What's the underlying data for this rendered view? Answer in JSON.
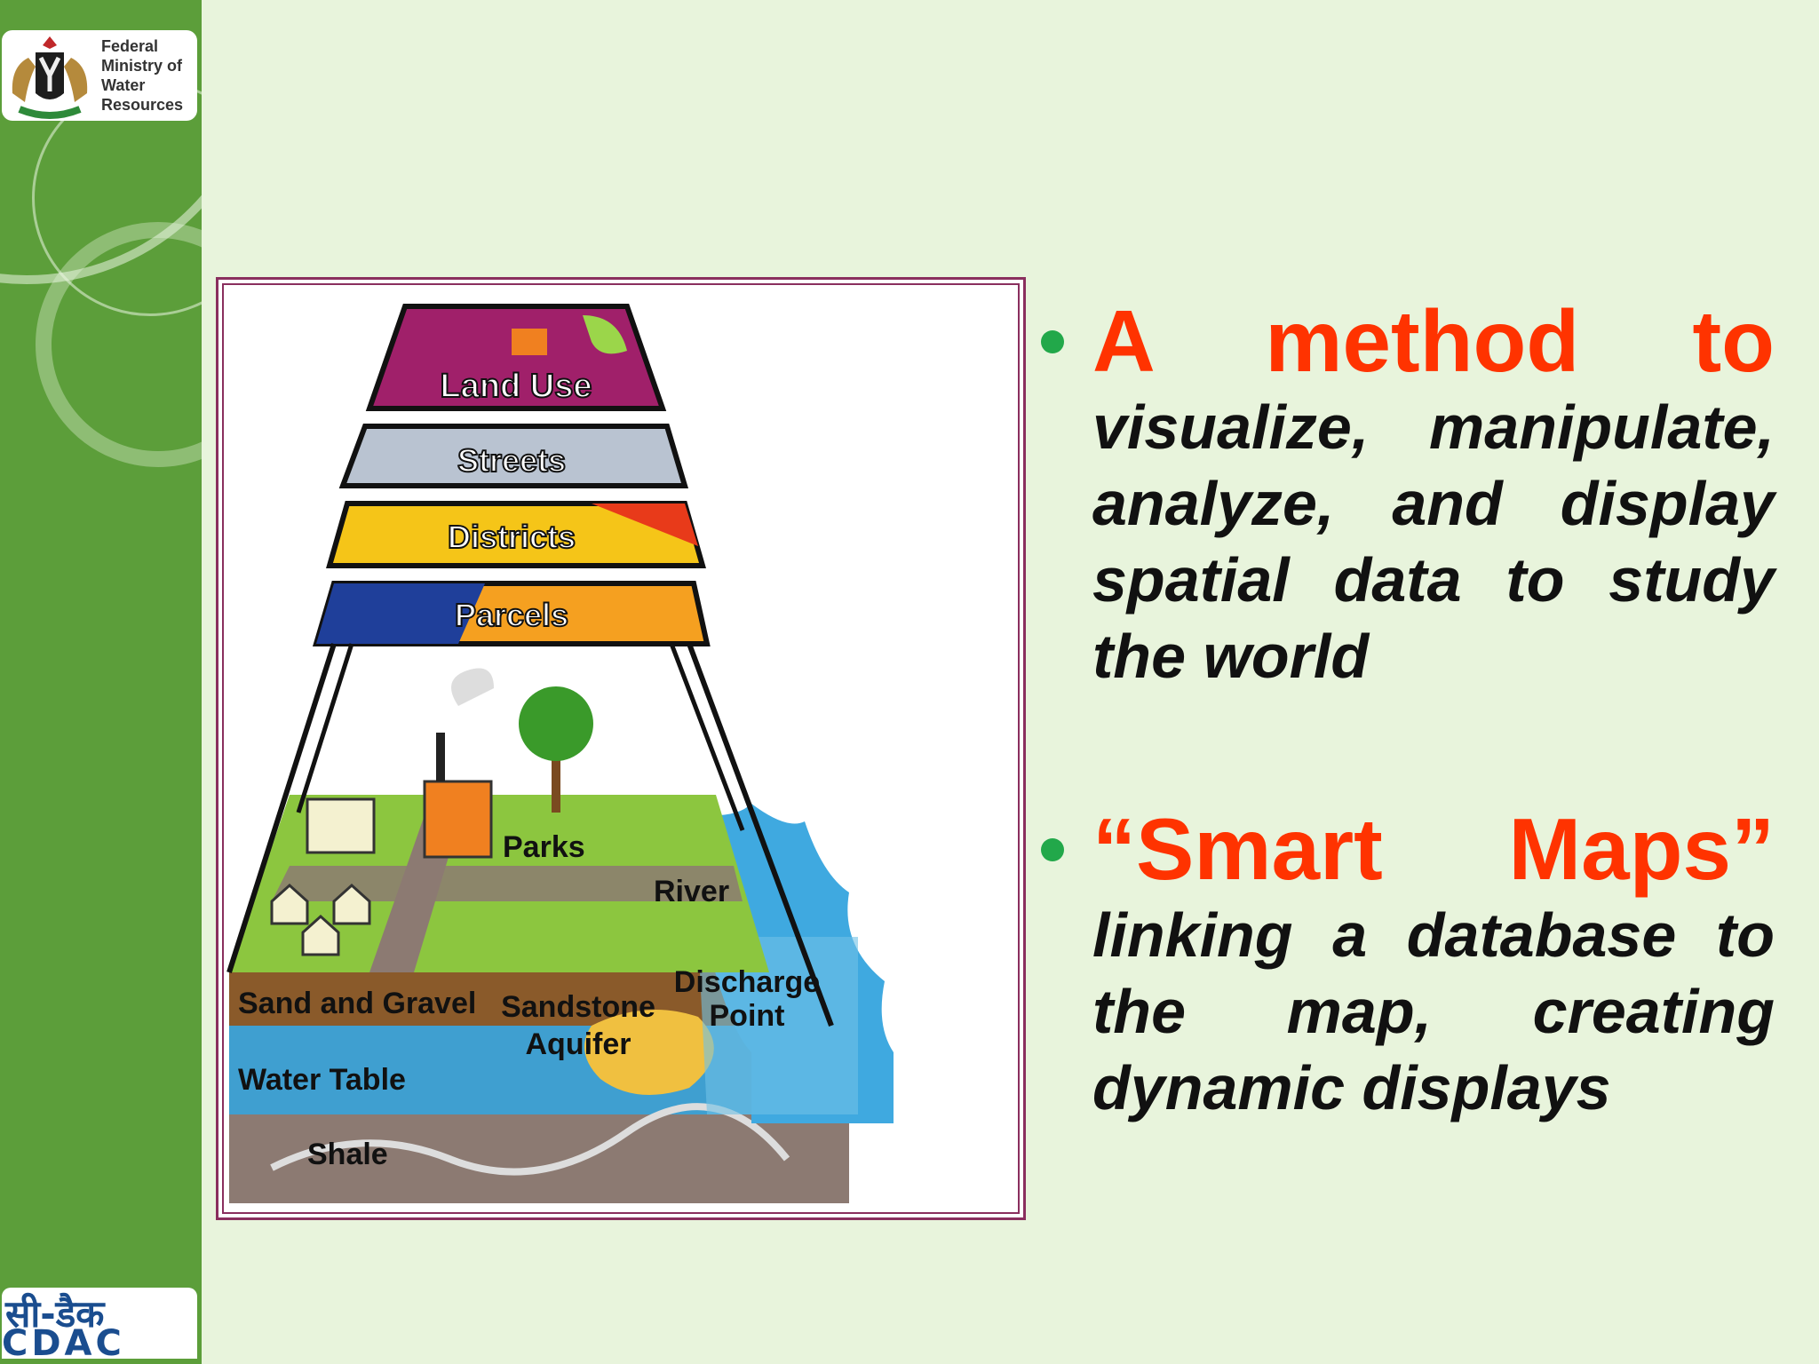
{
  "logo_top": {
    "text": "Federal Ministry of Water Resources"
  },
  "logo_bottom": {
    "hindi": "सी-डैक",
    "latin": "CDAC"
  },
  "figure": {
    "layers": [
      "Land Use",
      "Streets",
      "Districts",
      "Parcels"
    ],
    "labels": {
      "parks": "Parks",
      "river": "River",
      "discharge_1": "Discharge",
      "discharge_2": "Point",
      "sand": "Sand and Gravel",
      "sandstone_1": "Sandstone",
      "sandstone_2": "Aquifer",
      "water_table": "Water Table",
      "shale": "Shale"
    }
  },
  "bullets": [
    {
      "head": "A method to",
      "body": "visualize, manipulate, analyze, and display spatial data to study the  world"
    },
    {
      "head": "“Smart Maps”",
      "body": "linking a database to the map, creating dynamic displays"
    }
  ],
  "colors": {
    "sidebar": "#5c9e3a",
    "background": "#e8f4dc",
    "heading": "#ff3300",
    "bullet": "#22a84a",
    "frame": "#8a2f5e"
  }
}
